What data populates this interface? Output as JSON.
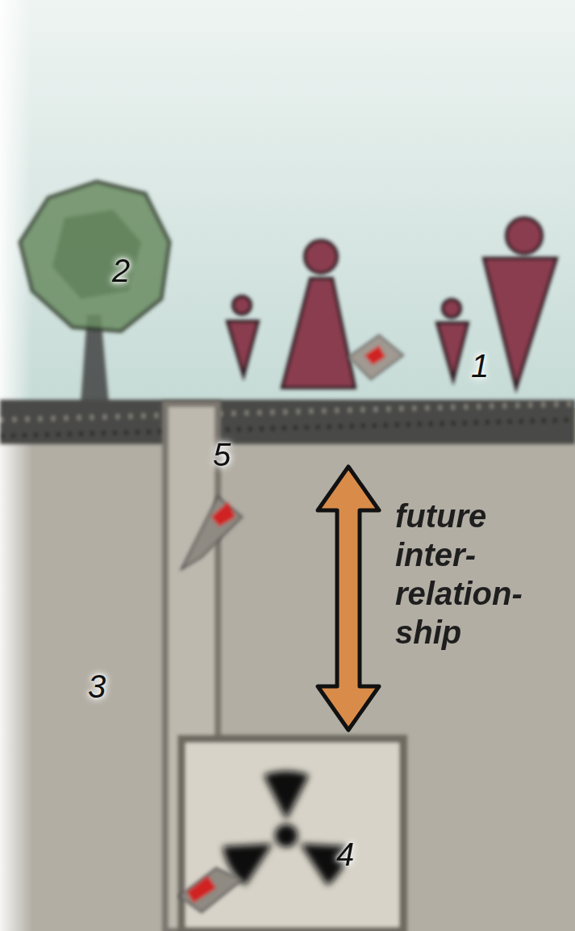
{
  "diagram": {
    "labels": [
      "2",
      "1",
      "5",
      "future inter- relation- ship",
      "3",
      "4"
    ]
  }
}
